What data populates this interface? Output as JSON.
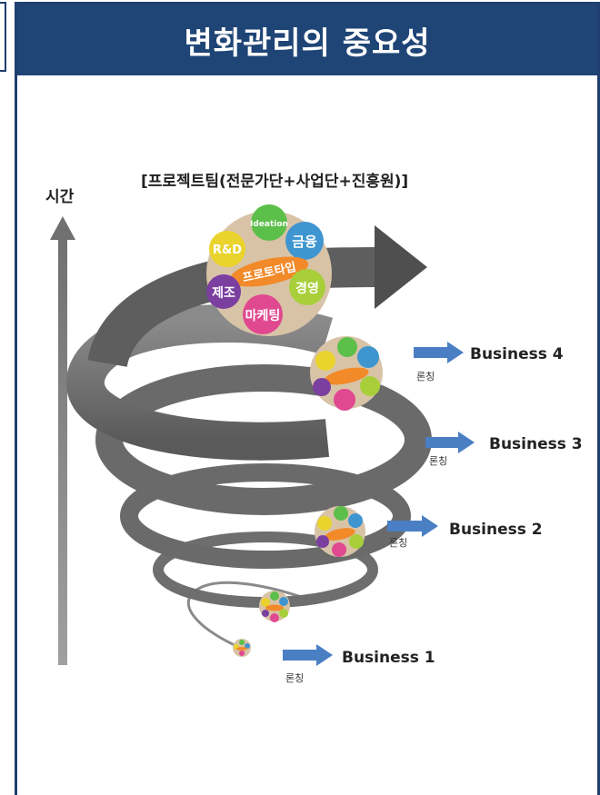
{
  "header": {
    "title": "변화관리의 중요성"
  },
  "diagram": {
    "team_label": "[프로젝트팀(전문가단+사업단+진흥원)]",
    "axis_label": "시간",
    "big_circle": {
      "items": [
        "Ideation",
        "R&D",
        "금융",
        "프로토타입",
        "경영",
        "제조",
        "마케팅"
      ]
    },
    "businesses": [
      {
        "name": "Business 4",
        "launch": "론칭"
      },
      {
        "name": "Business 3",
        "launch": "론칭"
      },
      {
        "name": "Business 2",
        "launch": "론칭"
      },
      {
        "name": "Business 1",
        "launch": "론칭"
      }
    ],
    "colors": {
      "header": "#1f4576",
      "arrow": "#4a7fc4",
      "spiral": "#6f6f6f",
      "circle": "#d8c3a7",
      "ideation": "#5cbf4a",
      "rnd": "#e9d32c",
      "finance": "#3f95cf",
      "prototype": "#f28a2a",
      "management": "#a8cf3a",
      "manufacturing": "#7b3fa0",
      "marketing": "#e0498f"
    }
  }
}
